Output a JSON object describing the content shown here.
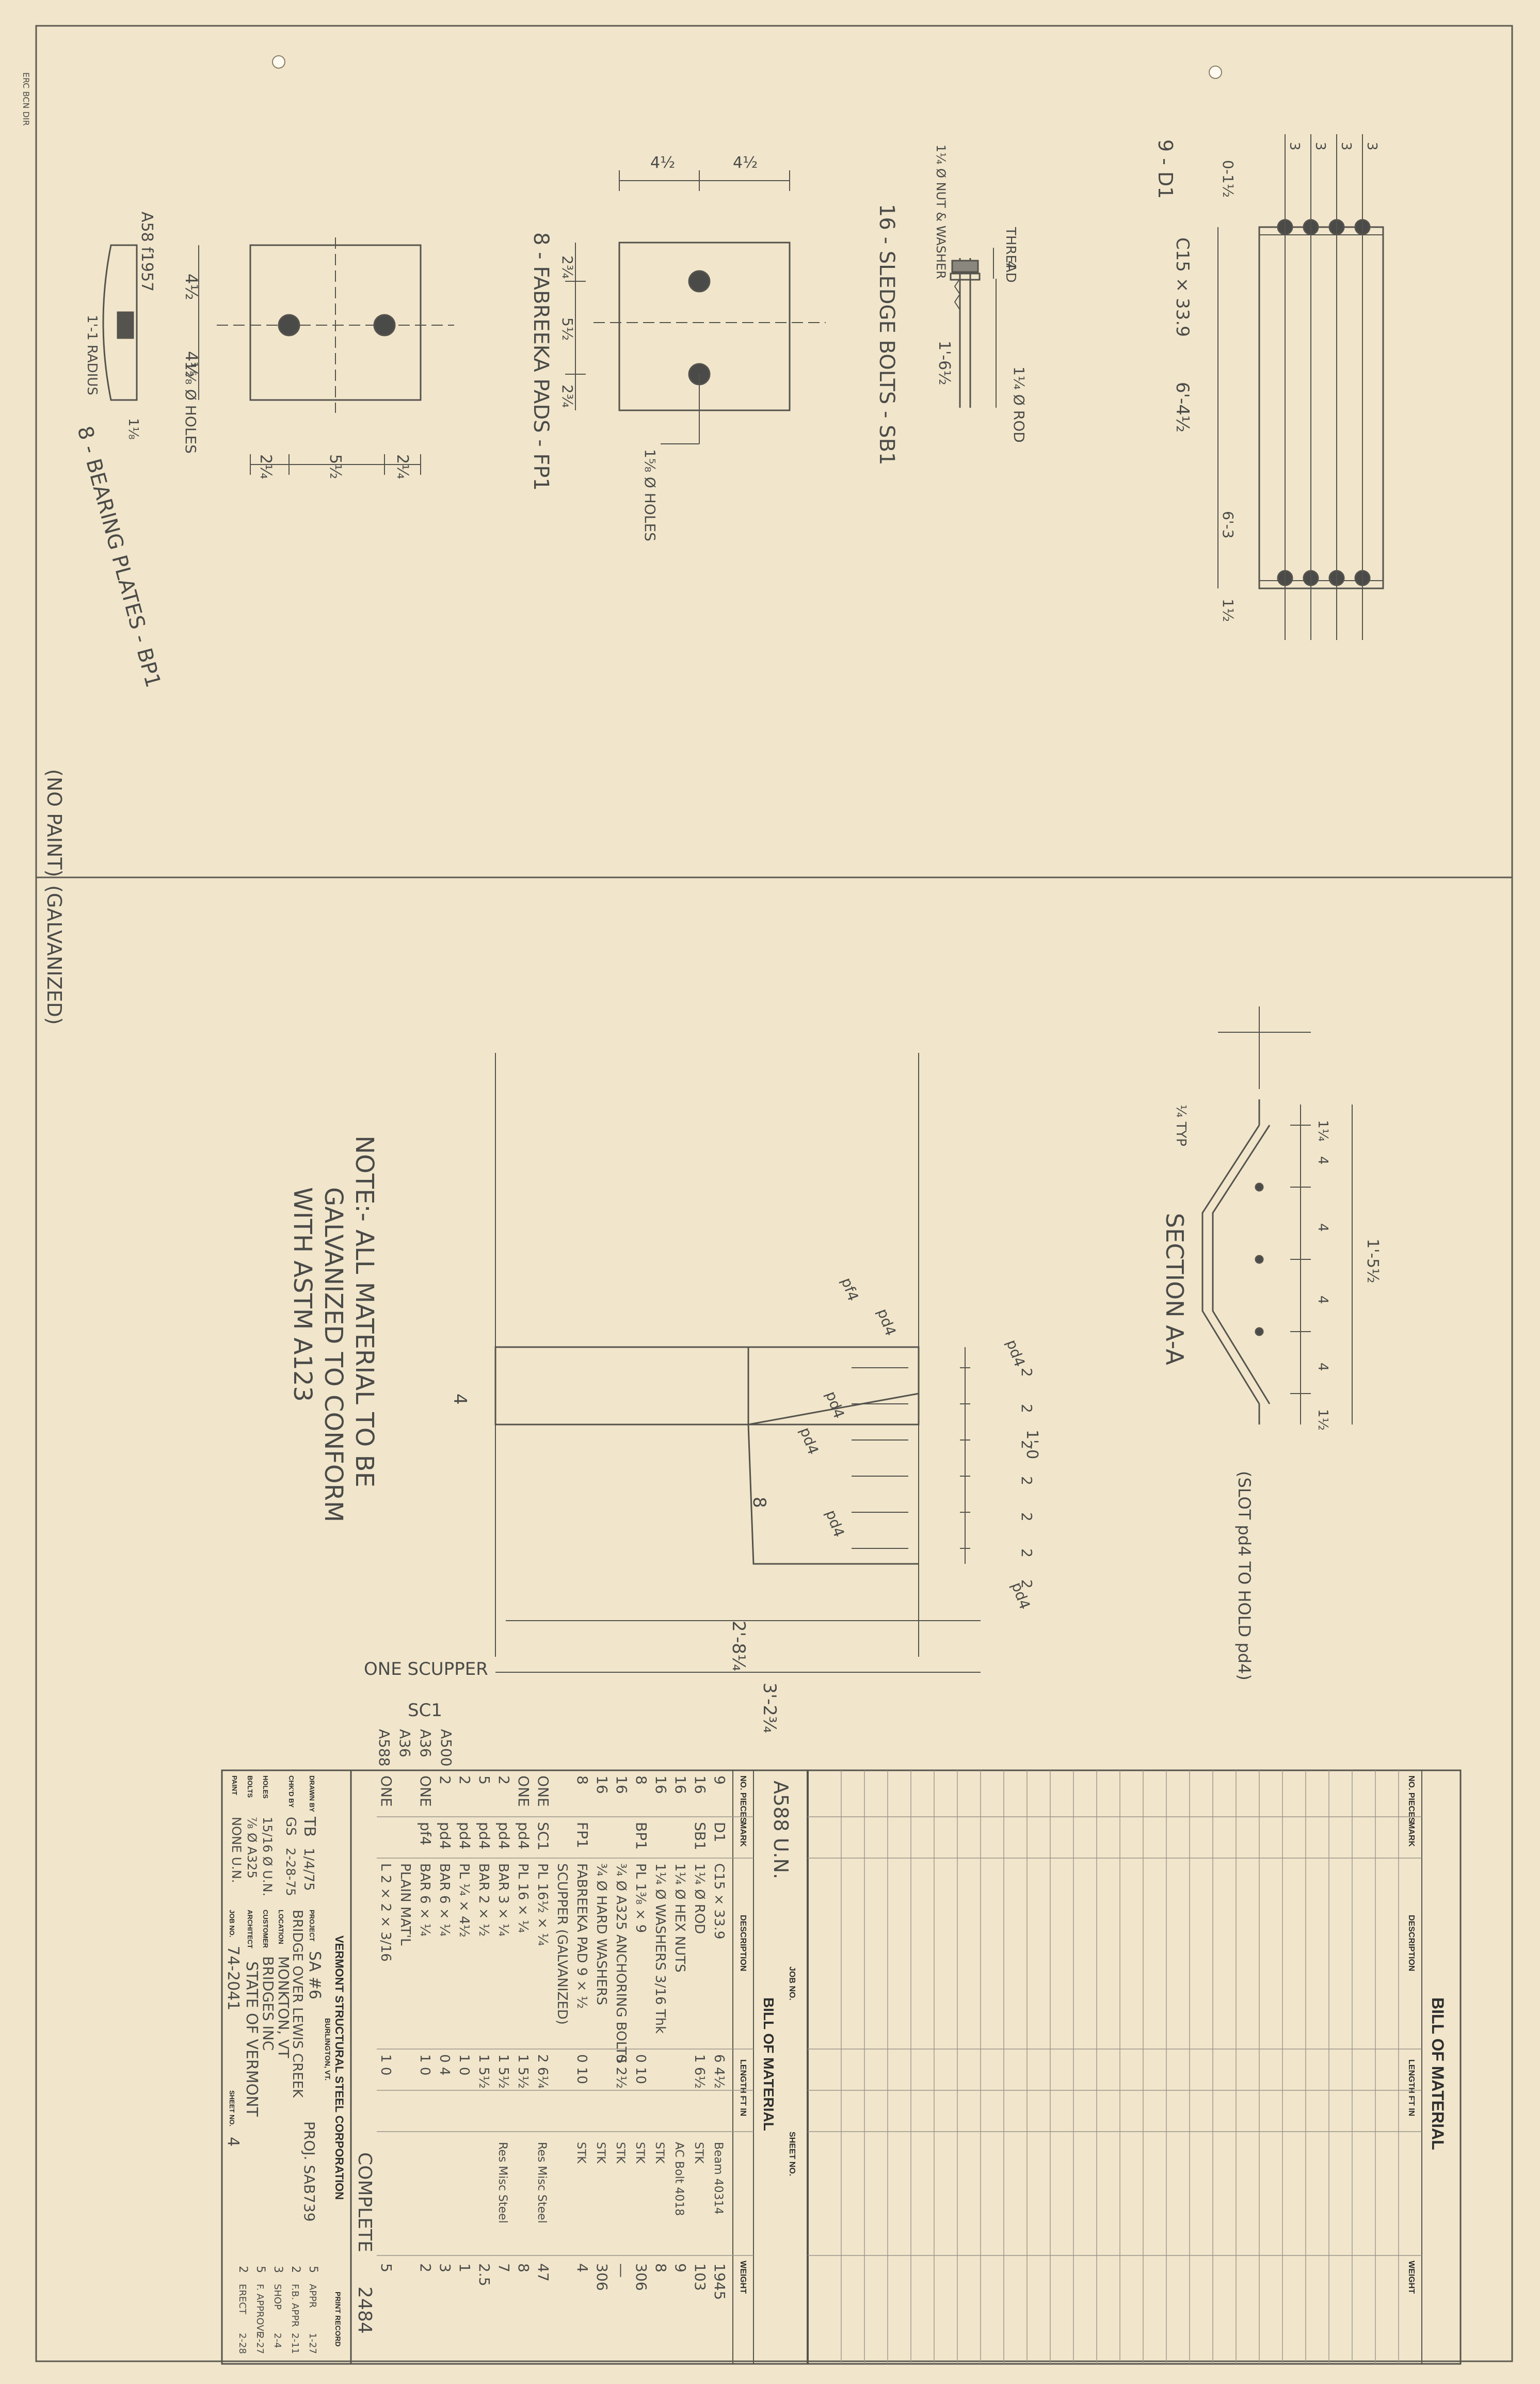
{
  "sheet": {
    "paper_color": "#f3e9cf",
    "ink_color": "#4a4a48",
    "edge_stamp": "ERC BCN DIR"
  },
  "upper_zone": {
    "note": "(NO PAINT)",
    "bearing_plates": {
      "title": "8 - BEARING PLATES - BP1",
      "dims": [
        "4½",
        "4½",
        "2¼",
        "5½",
        "2¼"
      ],
      "spec": "A58 f1957",
      "radius": "1'-1 RADIUS",
      "thickness": "1⅛",
      "holes": "1⅝ Ø HOLES"
    },
    "fabreeka_pads": {
      "title": "8 - FABREEKA PADS - FP1",
      "dims": [
        "4½",
        "4½",
        "2¾",
        "5½",
        "2¾"
      ],
      "holes": "1⅝ Ø HOLES"
    },
    "sledge_bolts": {
      "title": "16 - SLEDGE BOLTS - SB1",
      "thread": "THREAD",
      "thread_len": "4",
      "nut": "1¼ Ø NUT & WASHER",
      "length": "1'-6½",
      "rod": "1¼ Ø ROD"
    },
    "channel": {
      "title": "9 - D1",
      "member": "C15 × 33.9",
      "length": "6'-4½",
      "end": "0-1½",
      "end2": "1½",
      "inner": "6'-3",
      "spacing": [
        "3",
        "3",
        "3",
        "3"
      ]
    }
  },
  "lower_zone": {
    "note": "(GALVANIZED)",
    "galv_note": [
      "NOTE:- ALL MATERIAL TO BE",
      "GALVANIZED TO CONFORM",
      "WITH ASTM A123"
    ],
    "section_title": "SECTION A-A",
    "scupper_title": "ONE SCUPPER",
    "scupper_mark": "SC1",
    "overall": "3'-2¾",
    "inner": "2'-8¼",
    "depth": "4",
    "leg": "8",
    "side_dims": [
      "2",
      "2",
      "2",
      "2",
      "2",
      "2",
      "2"
    ],
    "width": "1'-0",
    "section_dims": [
      "1¼",
      "4",
      "4",
      "4",
      "4",
      "1½"
    ],
    "section_width": "1'-5½",
    "plates": [
      "pd4",
      "pd4",
      "pd4",
      "pd4",
      "pd4",
      "pd4",
      "pf4"
    ],
    "slot_note": "(SLOT pd4 TO HOLD pd4)",
    "weld": "¼ TYP"
  },
  "bill_of_material": {
    "title": "BILL OF MATERIAL",
    "header": {
      "spec": "A588 U.N.",
      "job_no_label": "JOB NO.",
      "sheet_no_label": "SHEET NO."
    },
    "columns": [
      "NO. PIECES",
      "MARK",
      "DESCRIPTION",
      "LENGTH FT IN",
      "WEIGHT"
    ],
    "rows": [
      {
        "pieces": "9",
        "mark": "D1",
        "desc": "C15 × 33.9",
        "length": "6 4½",
        "remark": "Beam 40314",
        "weight": "1945"
      },
      {
        "pieces": "16",
        "mark": "SB1",
        "desc": "1¼ Ø ROD",
        "length": "1 6½",
        "remark": "STK",
        "weight": "103"
      },
      {
        "pieces": "16",
        "mark": "",
        "desc": "1¼ Ø HEX NUTS",
        "length": "",
        "remark": "AC Bolt 4018",
        "weight": "9"
      },
      {
        "pieces": "16",
        "mark": "",
        "desc": "1¼ Ø WASHERS 3/16 Thk",
        "length": "",
        "remark": "STK",
        "weight": "8"
      },
      {
        "pieces": "8",
        "mark": "BP1",
        "desc": "PL 1⅜ × 9",
        "length": "0 10",
        "remark": "STK",
        "weight": "306"
      },
      {
        "pieces": "16",
        "mark": "",
        "desc": "¾ Ø A325 ANCHORING BOLTS",
        "length": "0 2½",
        "remark": "STK",
        "weight": "—"
      },
      {
        "pieces": "16",
        "mark": "",
        "desc": "¾ Ø HARD WASHERS",
        "length": "",
        "remark": "STK",
        "weight": "306"
      },
      {
        "pieces": "8",
        "mark": "FP1",
        "desc": "FABREEKA PAD 9 × ½",
        "length": "0 10",
        "remark": "STK",
        "weight": "4"
      },
      {
        "pieces": "",
        "mark": "",
        "desc": "SCUPPER (GALVANIZED)",
        "length": "",
        "remark": "",
        "weight": ""
      },
      {
        "pieces": "ONE",
        "mark": "SC1",
        "desc": "PL 16½ × ¼",
        "length": "2 6¼",
        "remark": "Res Misc Steel",
        "weight": "47"
      },
      {
        "pieces": "ONE",
        "mark": "pd4",
        "desc": "PL 16 × ¼",
        "length": "1 5½",
        "remark": "",
        "weight": "8"
      },
      {
        "pieces": "2",
        "mark": "pd4",
        "desc": "BAR 3 × ¼",
        "length": "1 5½",
        "remark": "Res Misc Steel",
        "weight": "7"
      },
      {
        "pieces": "5",
        "mark": "pd4",
        "desc": "BAR 2 × ½",
        "length": "1 5½",
        "remark": "",
        "weight": "2.5"
      },
      {
        "pieces": "2",
        "mark": "pd4",
        "desc": "PL ¼ × 4½",
        "length": "1 0",
        "remark": "",
        "weight": "1"
      },
      {
        "pieces": "2",
        "mark": "pd4",
        "desc": "BAR 6 × ¼",
        "length": "0 4",
        "remark": "",
        "weight": "3"
      },
      {
        "pieces": "ONE",
        "mark": "pf4",
        "desc": "BAR 6 × ¼",
        "length": "1 0",
        "remark": "",
        "weight": "2"
      },
      {
        "pieces": "",
        "mark": "",
        "desc": "PLAIN MAT'L",
        "length": "",
        "remark": "",
        "weight": ""
      },
      {
        "pieces": "ONE",
        "mark": "",
        "desc": "L 2 × 2 × 3/16",
        "length": "1 0",
        "remark": "",
        "weight": "5"
      }
    ],
    "spec_marks": [
      "A500",
      "A36",
      "A36",
      "A588"
    ],
    "complete_label": "COMPLETE",
    "complete_weight": "2484"
  },
  "title_block": {
    "company": "VERMONT STRUCTURAL STEEL CORPORATION",
    "city": "BURLINGTON, VT.",
    "print_record": "PRINT RECORD",
    "project_label": "PROJECT",
    "project": "SA #6",
    "project2": "BRIDGE OVER LEWIS CREEK",
    "proj_no": "PROJ. SAB739",
    "location_label": "LOCATION",
    "location": "MONKTON, VT",
    "customer_label": "CUSTOMER",
    "customer": "BRIDGES INC",
    "architect_label": "ARCHITECT",
    "architect": "STATE OF VERMONT",
    "job_label": "JOB NO.",
    "job_no": "74-2041",
    "sheet_label": "SHEET NO.",
    "sheet_no": "4",
    "drawn_label": "DRAWN BY",
    "drawn_by": "TB",
    "drawn_date": "1/4/75",
    "chkd_label": "CHK'D BY",
    "chkd_by": "GS",
    "chkd_date": "2-28-75",
    "holes_label": "HOLES",
    "holes": "15/16 Ø U.N.",
    "bolts_label": "BOLTS",
    "bolts": "⅞ Ø A325",
    "paint_label": "PAINT",
    "paint": "NONE U.N.",
    "record_rows": [
      {
        "no": "5",
        "for": "APPR",
        "date": "1-27"
      },
      {
        "no": "2",
        "for": "F.B. APPR",
        "date": "2-11"
      },
      {
        "no": "3",
        "for": "SHOP",
        "date": "2-4"
      },
      {
        "no": "5",
        "for": "F. APPROVE",
        "date": "2-27"
      },
      {
        "no": "2",
        "for": "ERECT",
        "date": "2-28"
      }
    ]
  }
}
